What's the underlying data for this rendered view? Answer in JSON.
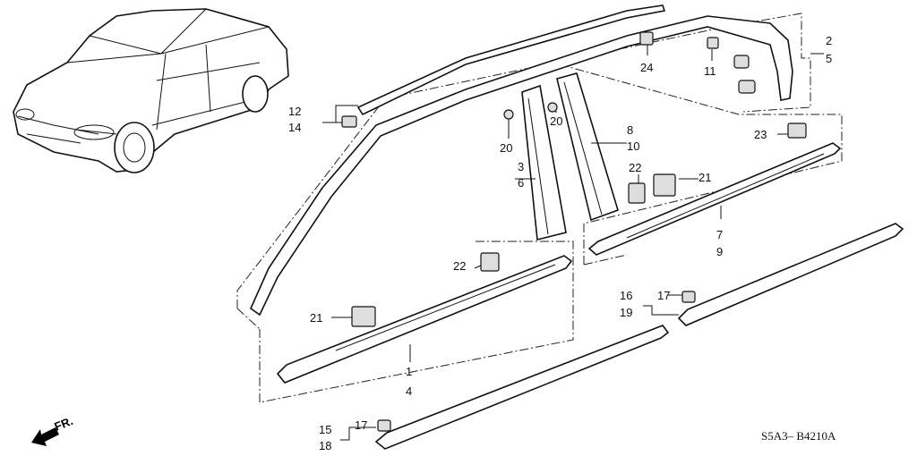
{
  "diagram": {
    "callouts": {
      "c2": "2",
      "c5": "5",
      "c24": "24",
      "c11": "11",
      "c12": "12",
      "c14": "14",
      "c20a": "20",
      "c20b": "20",
      "c8": "8",
      "c10": "10",
      "c3": "3",
      "c6": "6",
      "c23": "23",
      "c22a": "22",
      "c21a": "21",
      "c7": "7",
      "c9": "9",
      "c22b": "22",
      "c21b": "21",
      "c1": "1",
      "c4": "4",
      "c16": "16",
      "c19": "19",
      "c17a": "17",
      "c15": "15",
      "c18": "18",
      "c17b": "17"
    },
    "direction_label": "FR.",
    "diagram_code": "S5A3– B4210A"
  }
}
